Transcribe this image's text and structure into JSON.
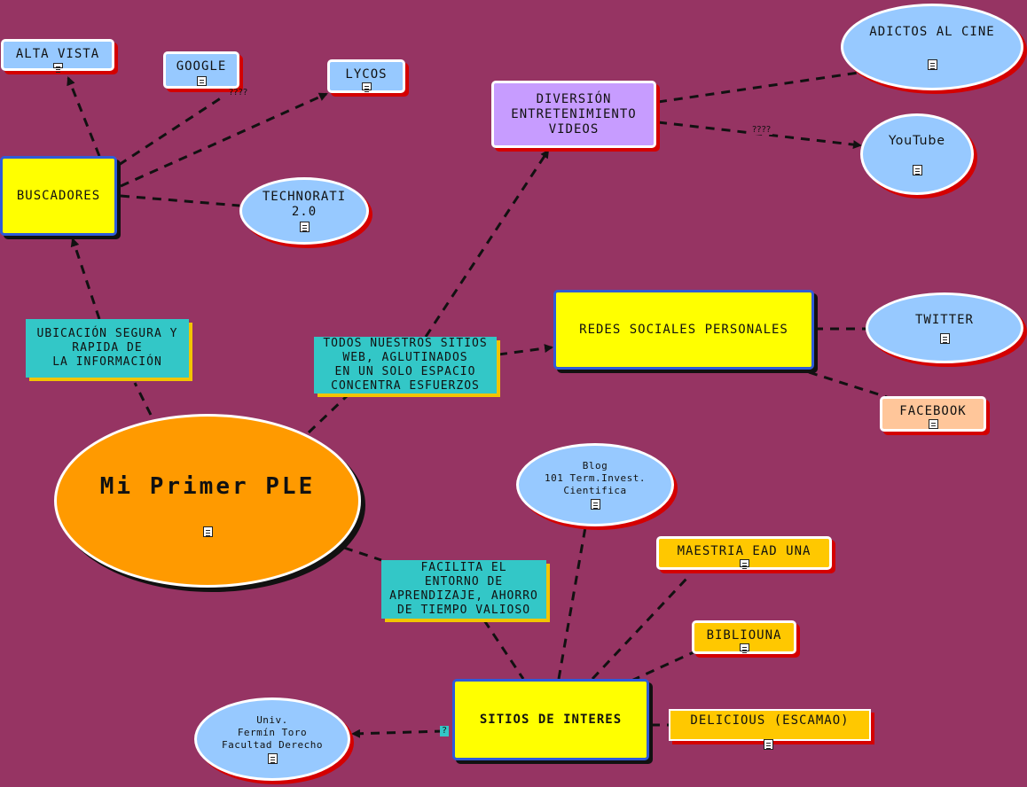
{
  "central": {
    "title": "Mi Primer PLE"
  },
  "nodes": {
    "buscadores": "BUSCADORES",
    "alta_vista": "ALTA VISTA",
    "google": "GOOGLE",
    "lycos": "LYCOS",
    "technorati": "TECHNORATI\n2.0",
    "diversion": "DIVERSIÓN\nENTRETENIMIENTO\nVIDEOS",
    "adictos": "ADICTOS AL CINE",
    "youtube": "YouTube",
    "redes": "REDES SOCIALES PERSONALES",
    "twitter": "TWITTER",
    "facebook": "FACEBOOK",
    "blog": "Blog\n101 Term.Invest.\nCientifica",
    "maestria": "MAESTRIA EAD UNA",
    "bibliouna": "BIBLIOUNA",
    "sitios": "SITIOS DE INTERES",
    "delicious": "DELICIOUS (ESCAMAO)",
    "univ": "Univ.\nFermín Toro\nFacultad Derecho"
  },
  "link_labels": {
    "ubicacion": "UBICACIÓN SEGURA Y\nRAPIDA DE\nLA INFORMACIÓN",
    "todos": "TODOS NUESTROS SITIOS\nWEB, AGLUTINADOS\nEN UN SOLO ESPACIO\nCONCENTRA ESFUERZOS",
    "facilita": "FACILITA EL\nENTORNO DE\nAPRENDIZAJE, AHORRO\nDE TIEMPO VALIOSO"
  },
  "edge_notes": {
    "google": "????",
    "youtube": "????",
    "univ": "?"
  },
  "icons": {
    "document": "document-icon"
  },
  "colors": {
    "background": "#963463",
    "central": "#ff9a00",
    "ellipse_nodes": "#97c9ff",
    "concept_nodes": "#ffff00",
    "link_labels": "#33c7c7"
  }
}
